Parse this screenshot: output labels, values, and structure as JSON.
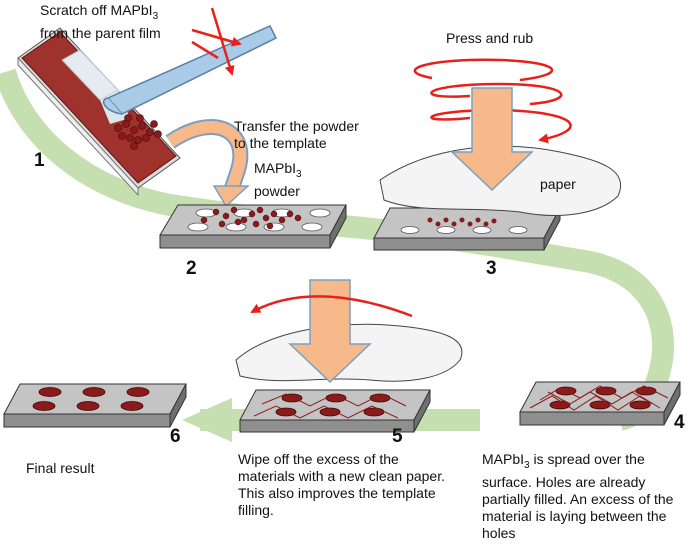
{
  "steps": [
    {
      "number": "1",
      "text": "Scratch off MAPbI3 from the parent film"
    },
    {
      "number": "2",
      "text": "Transfer the powder to the template"
    },
    {
      "number": "3",
      "text": "Press and rub"
    },
    {
      "number": "4",
      "text": "MAPbI3 is spread over the surface. Holes are already partially filled. An excess of the material is laying between the holes"
    },
    {
      "number": "5",
      "text": "Wipe off the excess of the materials with a new clean paper. This also improves the template filling."
    },
    {
      "number": "6",
      "text": "Final result"
    }
  ],
  "labels": {
    "scratch_a": "Scratch off MAPbI",
    "scratch_sub": "3",
    "scratch_b": "from the parent film",
    "transfer_a": "Transfer the powder",
    "transfer_b": "to the template",
    "powder_a": "MAPbI",
    "powder_sub": "3",
    "powder_b": "powder",
    "press_rub": "Press and rub",
    "paper": "paper",
    "final_result": "Final result",
    "wipe_1": "Wipe off the excess of the",
    "wipe_2": "materials with a new clean paper.",
    "wipe_3": "This also improves the template",
    "wipe_4": "filling.",
    "spread_1a": "MAPbI",
    "spread_1sub": "3",
    "spread_1b": " is spread over the",
    "spread_2": "surface. Holes are already",
    "spread_3": "partially filled. An excess of the",
    "spread_4": "material is laying between the",
    "spread_5": "holes"
  },
  "numbers": {
    "n1": "1",
    "n2": "2",
    "n3": "3",
    "n4": "4",
    "n5": "5",
    "n6": "6"
  },
  "colors": {
    "flow_arrow": "#c6dfb0",
    "press_arrow": "#f7b98a",
    "motion_arrow": "#e8201c",
    "material": "#8b1a1a",
    "template_top": "#c4c4c4",
    "template_side": "#8f8f8f",
    "film": "#a0322d"
  }
}
